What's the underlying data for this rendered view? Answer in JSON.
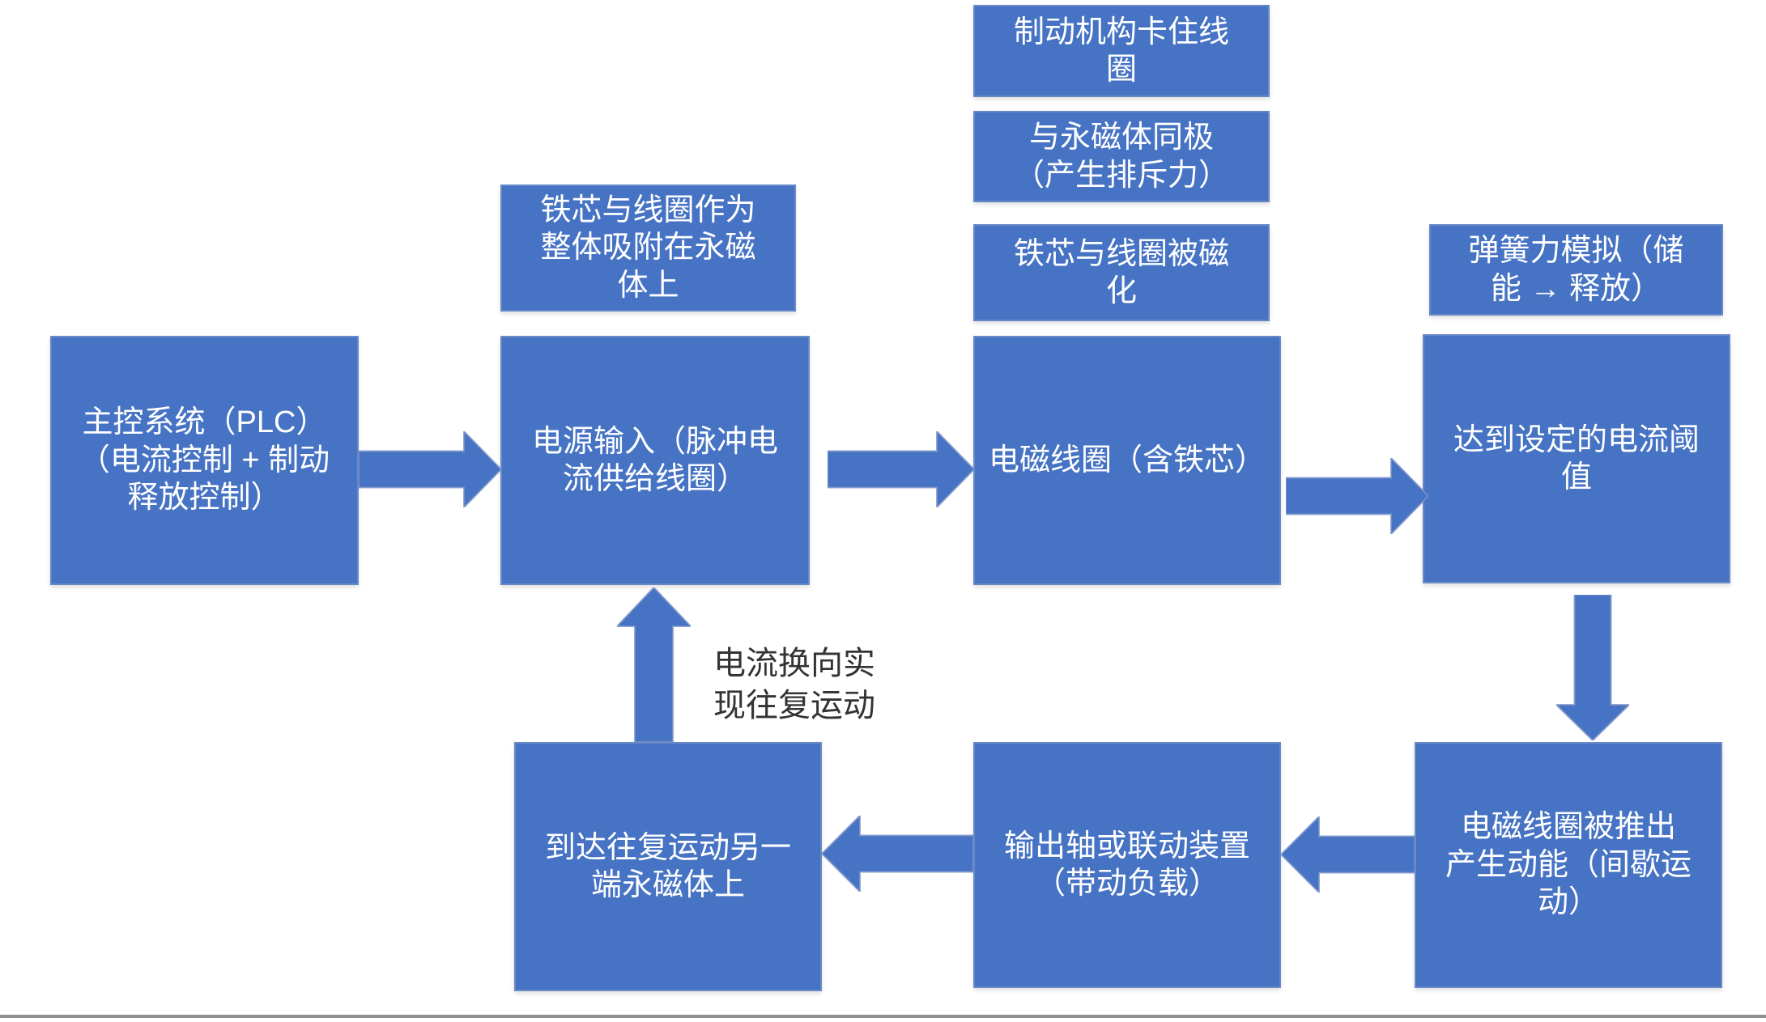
{
  "colors": {
    "box_fill": "#4673C4",
    "box_edge": "#7D94C8",
    "box_text": "#FFFFFF",
    "note_text": "#333333",
    "divider": "#8F8F8F",
    "background": "#FFFFFF"
  },
  "flowchart": {
    "top_labels": {
      "core_coil_attached": "铁芯与线圈作为\n整体吸附在永磁\n体上",
      "brake_locks_coil": "制动机构卡住线\n圈",
      "same_pole_repulsion": "与永磁体同极\n（产生排斥力）",
      "core_coil_magnetized": "铁芯与线圈被磁\n化",
      "spring_force_sim": "弹簧力模拟（储\n能 → 释放）"
    },
    "main_boxes": {
      "plc": "主控系统（PLC）\n（电流控制 + 制动\n释放控制）",
      "power_input": "电源输入（脉冲电\n流供给线圈）",
      "em_coil": "电磁线圈（含铁芯）",
      "current_threshold": "达到设定的电流阈\n值"
    },
    "bottom_boxes": {
      "coil_pushed_out": "电磁线圈被推出\n产生动能（间歇运\n动）",
      "output_shaft": "输出轴或联动装置\n（带动负载）",
      "reach_other_end": "到达往复运动另一\n端永磁体上"
    },
    "note": "电流换向实\n现往复运动"
  }
}
